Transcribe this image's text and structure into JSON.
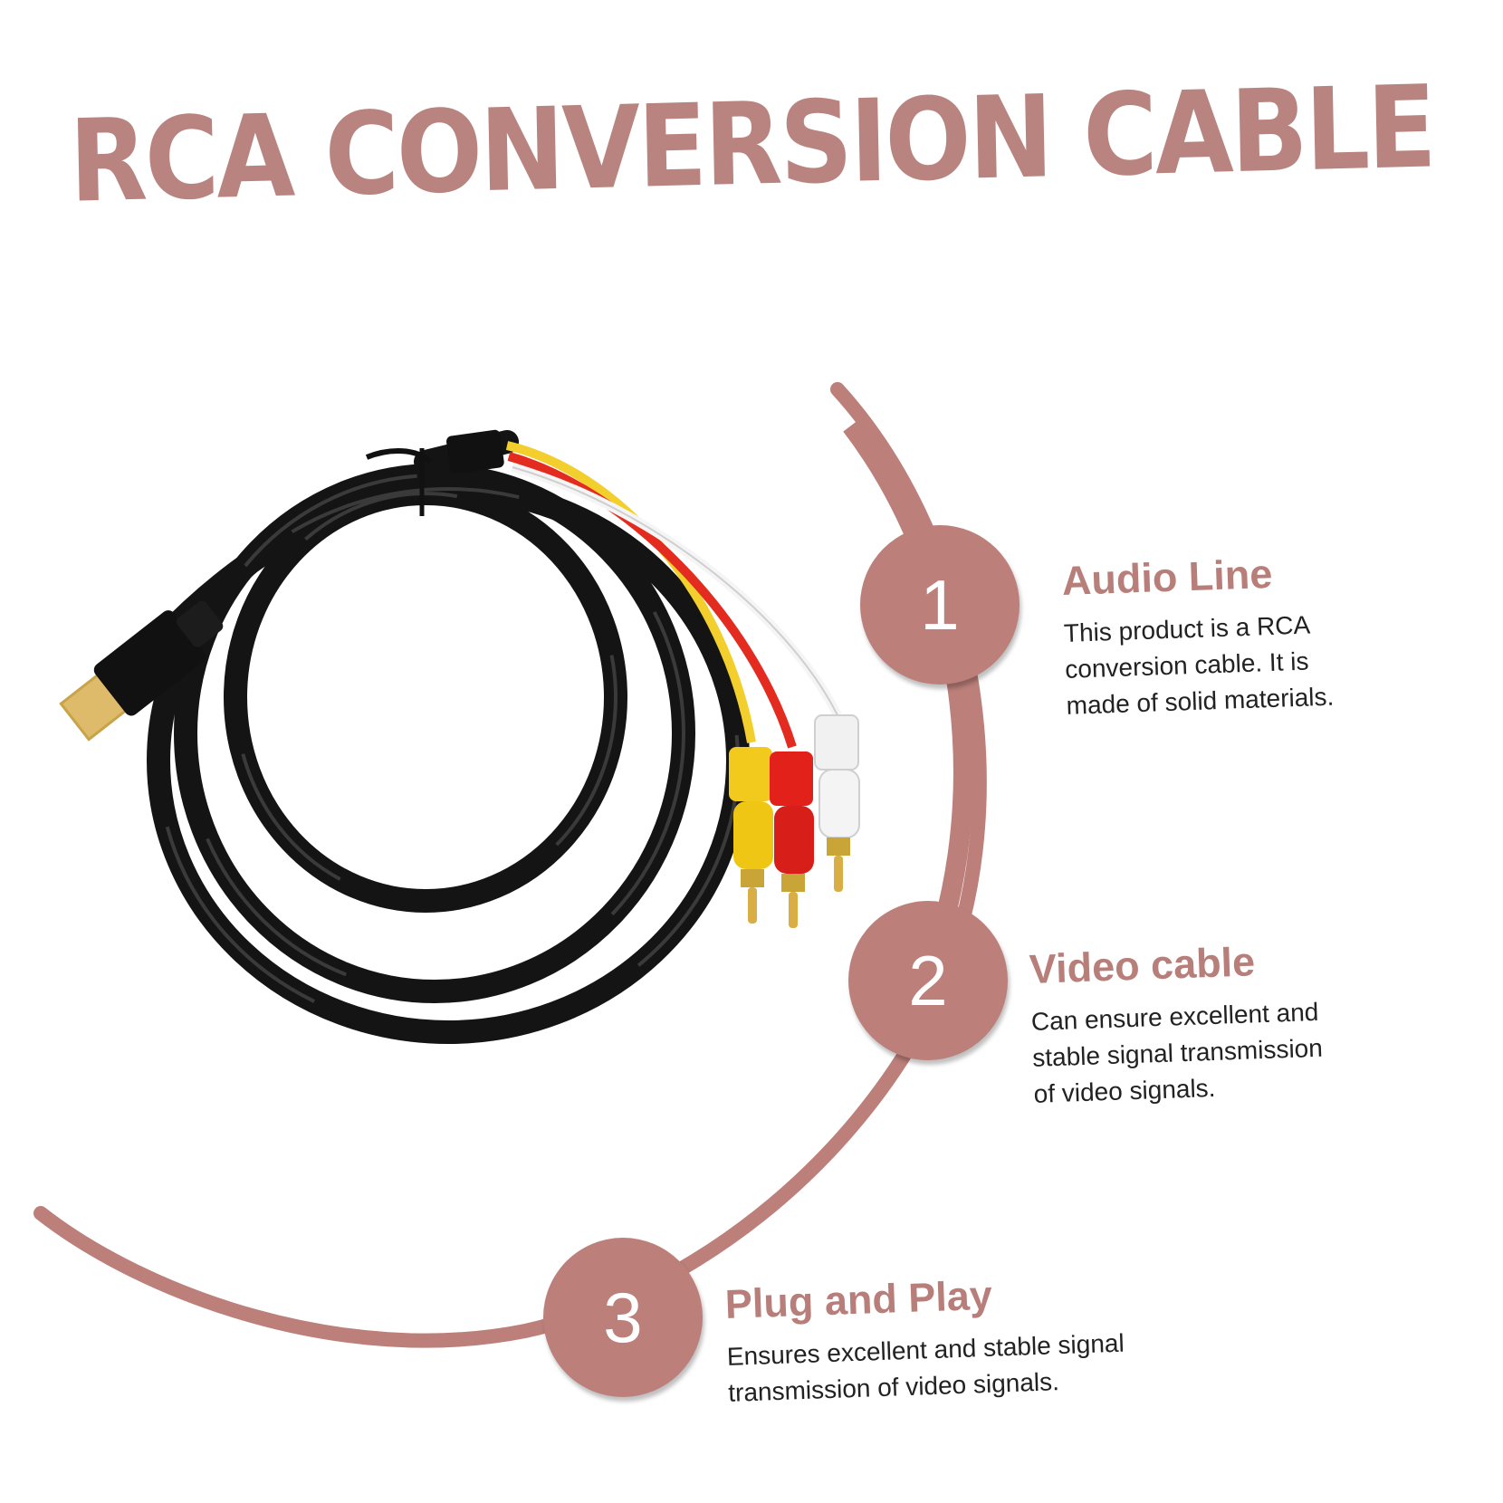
{
  "header": {
    "title": "RCA CONVERSION CABLE"
  },
  "steps": [
    {
      "number": "1",
      "title": "Audio Line",
      "desc_lines": [
        "This product is a RCA",
        "conversion cable. It is",
        "made of solid materials."
      ]
    },
    {
      "number": "2",
      "title": "Video cable",
      "desc_lines": [
        "Can ensure excellent and",
        "stable signal transmission",
        "of video signals."
      ]
    },
    {
      "number": "3",
      "title": "Plug and Play",
      "desc_lines": [
        "Ensures excellent and stable signal",
        "transmission of video signals."
      ]
    }
  ],
  "colors": {
    "accent": "#bc7f7a",
    "title": "#b98480",
    "body_text": "#222222",
    "cable": "#1a1a1a"
  },
  "product": {
    "icon": "hdmi-to-rca-cable",
    "plug_colors": [
      "#f2c91d",
      "#e2211a",
      "#f4f4f4"
    ]
  }
}
